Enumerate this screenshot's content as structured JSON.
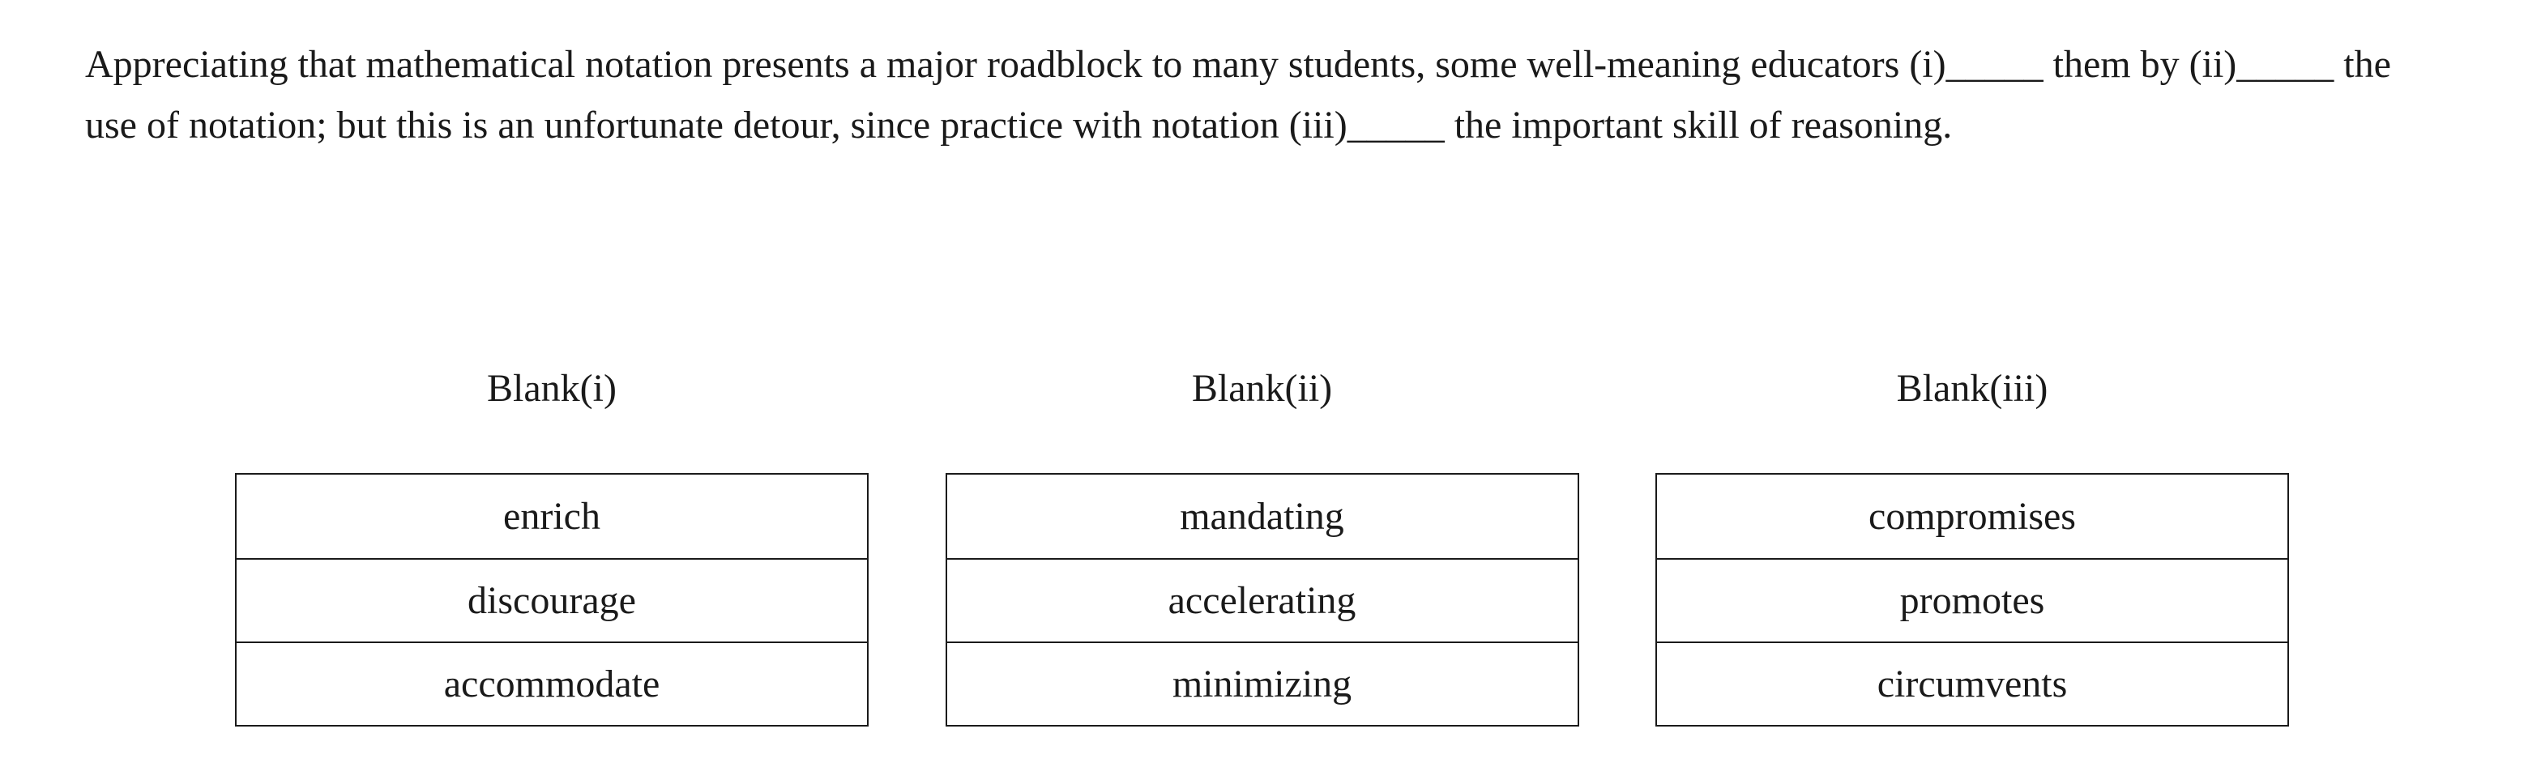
{
  "question": {
    "text": "Appreciating that mathematical notation presents a major roadblock to many students, some well-meaning educators (i)_____ them by (ii)_____ the use of notation; but this is an unfortunate detour, since practice with notation (iii)_____ the important skill of reasoning."
  },
  "blanks": [
    {
      "header": "Blank(i)",
      "options": [
        "enrich",
        "discourage",
        "accommodate"
      ]
    },
    {
      "header": "Blank(ii)",
      "options": [
        "mandating",
        "accelerating",
        "minimizing"
      ]
    },
    {
      "header": "Blank(iii)",
      "options": [
        "compromises",
        "promotes",
        "circumvents"
      ]
    }
  ]
}
